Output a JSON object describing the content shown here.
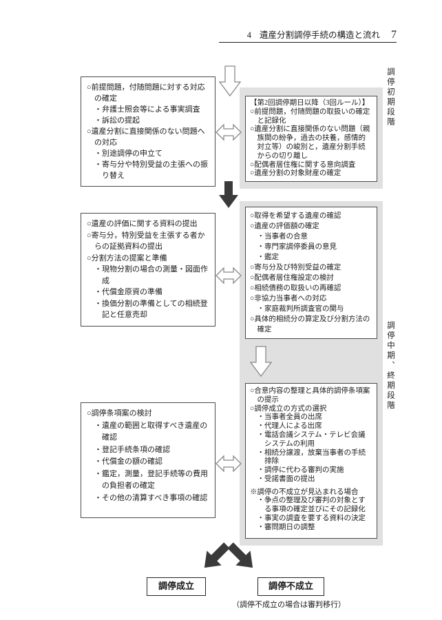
{
  "page": {
    "header_chapter": "4",
    "header_title": "遺産分割調停手続の構造と流れ",
    "page_number": "7"
  },
  "stage_labels": {
    "initial": "調停初期段階",
    "mid_final": "調停中期、終期段階"
  },
  "colors": {
    "stage_background": "#e0e0e0",
    "box_border": "#4a4a4a",
    "dark_arrow": "#3a3a3a",
    "outline_arrow_stroke": "#888888"
  },
  "boxes": {
    "top_left": {
      "items": [
        {
          "type": "maru",
          "text": "○前提問題，付随問題に対する対応の確定"
        },
        {
          "type": "ten",
          "text": "・弁護士照会等による事実調査"
        },
        {
          "type": "ten",
          "text": "・訴訟の提起"
        },
        {
          "type": "maru",
          "text": "○遺産分割に直接関係のない問題への対応"
        },
        {
          "type": "ten",
          "text": "・別途調停の申立て"
        },
        {
          "type": "ten",
          "text": "・寄与分や特別受益の主張への振り替え"
        }
      ]
    },
    "top_right": {
      "items": [
        {
          "type": "title",
          "text": "【第2回調停期日以降（3回ルール）】"
        },
        {
          "type": "maru",
          "text": "○前提問題，付随問題の取扱いの確定と記録化"
        },
        {
          "type": "maru",
          "text": "○遺産分割に直接関係のない問題（親族間の紛争，過去の扶養，感情的対立等）の峻別と，遺産分割手続からの切り離し"
        },
        {
          "type": "maru",
          "text": "○配偶者居住権に関する意向調査"
        },
        {
          "type": "maru",
          "text": "○遺産分割の対象財産の確定"
        }
      ]
    },
    "mid_left": {
      "items": [
        {
          "type": "maru",
          "text": "○遺産の評価に関する資料の提出"
        },
        {
          "type": "maru",
          "text": "○寄与分，特別受益を主張する者からの証拠資料の提出"
        },
        {
          "type": "maru",
          "text": "○分割方法の提案と準備"
        },
        {
          "type": "ten",
          "text": "・現物分割の場合の測量・図面作成"
        },
        {
          "type": "ten",
          "text": "・代償金原資の準備"
        },
        {
          "type": "ten",
          "text": "・換価分割の準備としての相続登記と任意売却"
        }
      ]
    },
    "mid_right": {
      "items": [
        {
          "type": "maru",
          "text": "○取得を希望する遺産の確認"
        },
        {
          "type": "maru",
          "text": "○遺産の評価額の確定"
        },
        {
          "type": "ten",
          "text": "・当事者の合意"
        },
        {
          "type": "ten",
          "text": "・専門家調停委員の意見"
        },
        {
          "type": "ten",
          "text": "・鑑定"
        },
        {
          "type": "maru",
          "text": "○寄与分及び特別受益の確定"
        },
        {
          "type": "maru",
          "text": "○配偶者居住権設定の検討"
        },
        {
          "type": "maru",
          "text": "○相続債務の取扱いの再確認"
        },
        {
          "type": "maru",
          "text": "○非協力当事者への対応"
        },
        {
          "type": "ten",
          "text": "・家庭裁判所調査官の関与"
        },
        {
          "type": "maru",
          "text": "○具体的相続分の算定及び分割方法の確定"
        }
      ]
    },
    "bottom_left": {
      "items": [
        {
          "type": "maru",
          "text": "○調停条項案の検討"
        },
        {
          "type": "ten",
          "text": "・遺産の範囲と取得すべき遺産の確認"
        },
        {
          "type": "ten",
          "text": "・登記手続条項の確認"
        },
        {
          "type": "ten",
          "text": "・代償金の額の確認"
        },
        {
          "type": "ten",
          "text": "・鑑定，測量，登記手続等の費用の負担者の確定"
        },
        {
          "type": "ten",
          "text": "・その他の清算すべき事項の確認"
        }
      ]
    },
    "bottom_right": {
      "items": [
        {
          "type": "maru",
          "text": "○合意内容の整理と具体的調停条項案の提示"
        },
        {
          "type": "maru",
          "text": "○調停成立の方式の選択"
        },
        {
          "type": "ten",
          "text": "・当事者全員の出席"
        },
        {
          "type": "ten",
          "text": "・代理人による出席"
        },
        {
          "type": "ten",
          "text": "・電話会議システム・テレビ会議システムの利用"
        },
        {
          "type": "ten",
          "text": "・相続分譲渡，放棄当事者の手続排除"
        },
        {
          "type": "ten",
          "text": "・調停に代わる審判の実施"
        },
        {
          "type": "ten",
          "text": "・受諾書面の提出"
        },
        {
          "type": "note",
          "text": "※調停の不成立が見込まれる場合"
        },
        {
          "type": "ten",
          "text": "・争点の整理及び審判の対象とする事項の確定並びにその記録化"
        },
        {
          "type": "ten",
          "text": "・事実の調査を要する資料の決定"
        },
        {
          "type": "ten",
          "text": "・審問期日の調整"
        }
      ]
    }
  },
  "outcome": {
    "success": "調停成立",
    "failure": "調停不成立",
    "note": "（調停不成立の場合は審判移行）"
  }
}
